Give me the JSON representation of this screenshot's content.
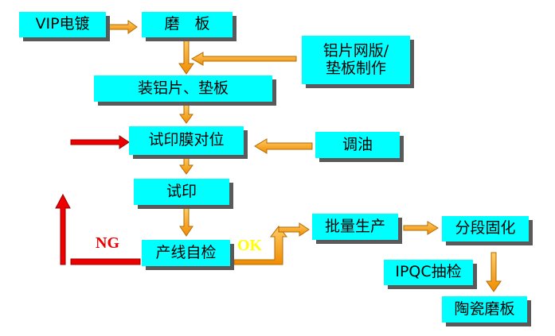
{
  "nodes": {
    "vip": "VIP电镀",
    "grind": "磨　板",
    "screen_plate": "铝片网版/垫板制作",
    "mount": "装铝片、垫板",
    "trial_align": "试印膜对位",
    "ink": "调油",
    "trial_print": "试印",
    "self_check": "产线自检",
    "mass_prod": "批量生产",
    "stage_cure": "分段固化",
    "ipqc": "IPQC抽检",
    "ceramic": "陶瓷磨板"
  },
  "labels": {
    "ng": "NG",
    "ok": "OK"
  },
  "colors": {
    "box": "#00ffff",
    "shadow": "#5a5a5a",
    "arrow_fill": "#ff9900",
    "arrow_stroke": "#b36b00",
    "ng_arrow": "#ee0000",
    "ng_text": "#ee0000",
    "ok_text": "#ffff00"
  }
}
